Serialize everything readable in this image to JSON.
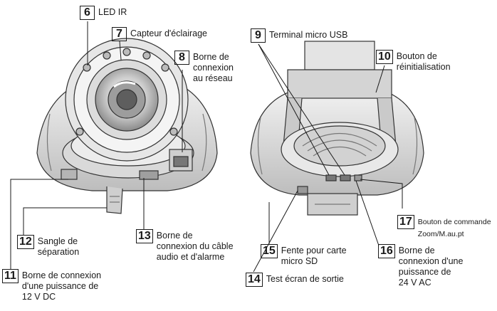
{
  "callouts": {
    "c6": {
      "num": "6",
      "label": "LED IR"
    },
    "c7": {
      "num": "7",
      "label": "Capteur d'éclairage"
    },
    "c8": {
      "num": "8",
      "label": "Borne de\nconnexion\nau réseau"
    },
    "c9": {
      "num": "9",
      "label": "Terminal micro USB"
    },
    "c10": {
      "num": "10",
      "label": "Bouton de\nréinitialisation"
    },
    "c11": {
      "num": "11",
      "label": "Borne de connexion\nd'une puissance de\n12 V DC"
    },
    "c12": {
      "num": "12",
      "label": "Sangle de\nséparation"
    },
    "c13": {
      "num": "13",
      "label": "Borne de\nconnexion du câble\naudio et d'alarme"
    },
    "c14": {
      "num": "14",
      "label": "Test écran de sortie"
    },
    "c15": {
      "num": "15",
      "label": "Fente pour carte\nmicro SD"
    },
    "c16": {
      "num": "16",
      "label": "Borne de\nconnexion d'une\npuissance de\n24 V AC"
    },
    "c17": {
      "num": "17",
      "label": "Bouton de commande\nZoom/M.au.pt"
    }
  }
}
